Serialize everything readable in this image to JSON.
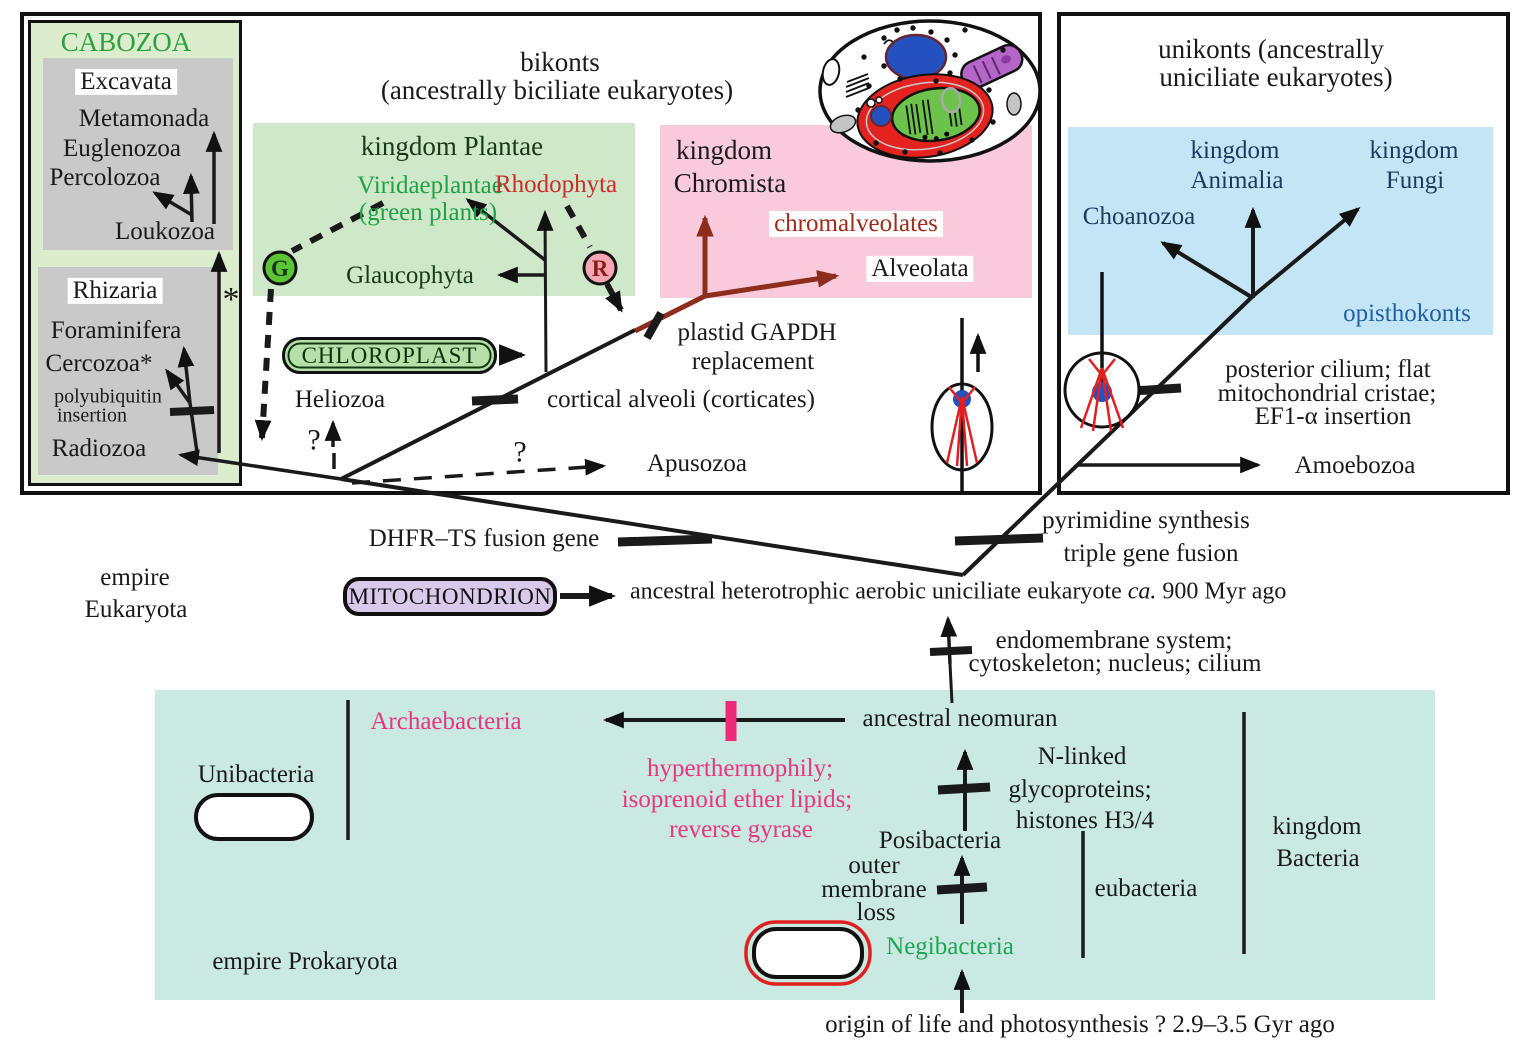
{
  "header": {
    "bikonts1": "bikonts",
    "bikonts2": "(ancestrally biciliate eukaryotes)",
    "unikonts1": "unikonts (ancestrally",
    "unikonts2": "uniciliate eukaryotes)"
  },
  "cabozoa": {
    "title": "CABOZOA",
    "asterisk": "*",
    "excavata": {
      "title": "Excavata",
      "taxa": [
        "Metamonada",
        "Euglenozoa",
        "Percolozoa",
        "Loukozoa"
      ]
    },
    "rhizaria": {
      "title": "Rhizaria",
      "taxa": [
        "Foraminifera",
        "Cercozoa*",
        "Radiozoa"
      ],
      "note1": "polyubiquitin",
      "note2": "insertion"
    }
  },
  "plantae": {
    "title": "kingdom Plantae",
    "viridae1": "Viridaeplantae",
    "viridae2": "(green plants)",
    "rhodophyta": "Rhodophyta",
    "glaucophyta": "Glaucophyta",
    "g_symbol": "G",
    "r_symbol": "R"
  },
  "chromista": {
    "title1": "kingdom",
    "title2": "Chromista",
    "chromalveolates": "chromalveolates",
    "alveolata": "Alveolata"
  },
  "opisthokonta": {
    "animalia1": "kingdom",
    "animalia2": "Animalia",
    "fungi1": "kingdom",
    "fungi2": "Fungi",
    "choanozoa": "Choanozoa",
    "opisthokonts": "opisthokonts",
    "amoebozoa": "Amoebozoa"
  },
  "taxa": {
    "heliozoa": "Heliozoa",
    "apusozoa": "Apusozoa",
    "q_heliozoa": "?",
    "q_apusozoa": "?"
  },
  "events": {
    "chloroplast": "CHLOROPLAST",
    "mitochondrion": "MITOCHONDRION",
    "plastid1": "plastid GAPDH",
    "plastid2": "replacement",
    "cortical": "cortical alveoli (corticates)",
    "dhfr": "DHFR–TS fusion gene",
    "pyrimidine1": "pyrimidine synthesis",
    "pyrimidine2": "triple gene fusion",
    "endo1": "endomembrane system;",
    "endo2": "cytoskeleton; nucleus; cilium",
    "posterior1": "posterior cilium; flat",
    "posterior2": "mitochondrial cristae;",
    "posterior3": "EF1-α insertion",
    "hyper1": "hyperthermophily;",
    "hyper2": "isoprenoid ether lipids;",
    "hyper3": "reverse gyrase",
    "nlinked1": "N-linked",
    "nlinked2": "glycoproteins;",
    "nlinked3": "histones H3/4",
    "outer1": "outer",
    "outer2": "membrane",
    "outer3": "loss"
  },
  "root": {
    "ancestor_pre": "ancestral heterotrophic aerobic uniciliate eukaryote ",
    "ancestor_ca": "ca.",
    "ancestor_post": " 900 Myr ago",
    "empire_eu1": "empire",
    "empire_eu2": "Eukaryota",
    "empire_pro": "empire Prokaryota",
    "origin": "origin of life and photosynthesis ? 2.9–3.5 Gyr ago"
  },
  "bacteria": {
    "archaebacteria": "Archaebacteria",
    "unibacteria": "Unibacteria",
    "neomuran": "ancestral neomuran",
    "posibacteria": "Posibacteria",
    "negibacteria": "Negibacteria",
    "eubacteria": "eubacteria",
    "kingdom1": "kingdom",
    "kingdom2": "Bacteria"
  },
  "colors": {
    "cabozoa_bg": "#dcedcd",
    "gray_bg": "#c9c9c9",
    "plantae_bg": "#cfe8c9",
    "chromista_bg": "#f8cadb",
    "unikont_bg": "#c3e5f6",
    "teal_bg": "#cbe9e3",
    "chloroplast_bg": "#b7dfa9",
    "mitochondrion_bg": "#d9c9ea",
    "dark_red": "#8c2d1d",
    "pink": "#e8357d",
    "green": "#21a046",
    "blue": "#1e5fa8"
  }
}
